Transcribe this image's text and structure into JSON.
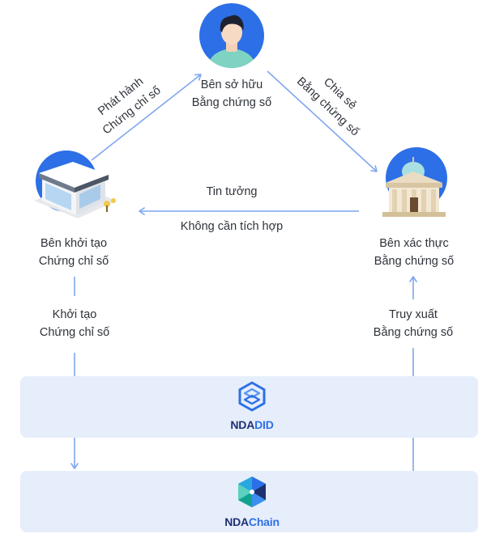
{
  "nodes": {
    "holder": {
      "line1": "Bên sở hữu",
      "line2": "Bằng chứng số"
    },
    "issuer": {
      "line1": "Bên khởi tạo",
      "line2": "Chứng chỉ số"
    },
    "verifier": {
      "line1": "Bên xác thực",
      "line2": "Bằng chứng số"
    }
  },
  "edges": {
    "issue": {
      "line1": "Phát hành",
      "line2": "Chứng chỉ số"
    },
    "share": {
      "line1": "Chia sẻ",
      "line2": "Bằng chứng số"
    },
    "trust": {
      "line1": "Tin tưởng",
      "line2": "Không cần tích hợp"
    },
    "create": {
      "line1": "Khởi tạo",
      "line2": "Chứng chỉ số"
    },
    "retrieve": {
      "line1": "Truy xuất",
      "line2": "Bằng chứng số"
    }
  },
  "platforms": {
    "ndadid": {
      "part1": "NDA",
      "part2": "DID"
    },
    "ndachain": {
      "part1": "NDA",
      "part2": "Chain"
    }
  },
  "colors": {
    "accent": "#2d6fe6",
    "arrow": "#7ea6ef",
    "band": "#e6eefb",
    "brand_dark": "#1e2f73"
  }
}
